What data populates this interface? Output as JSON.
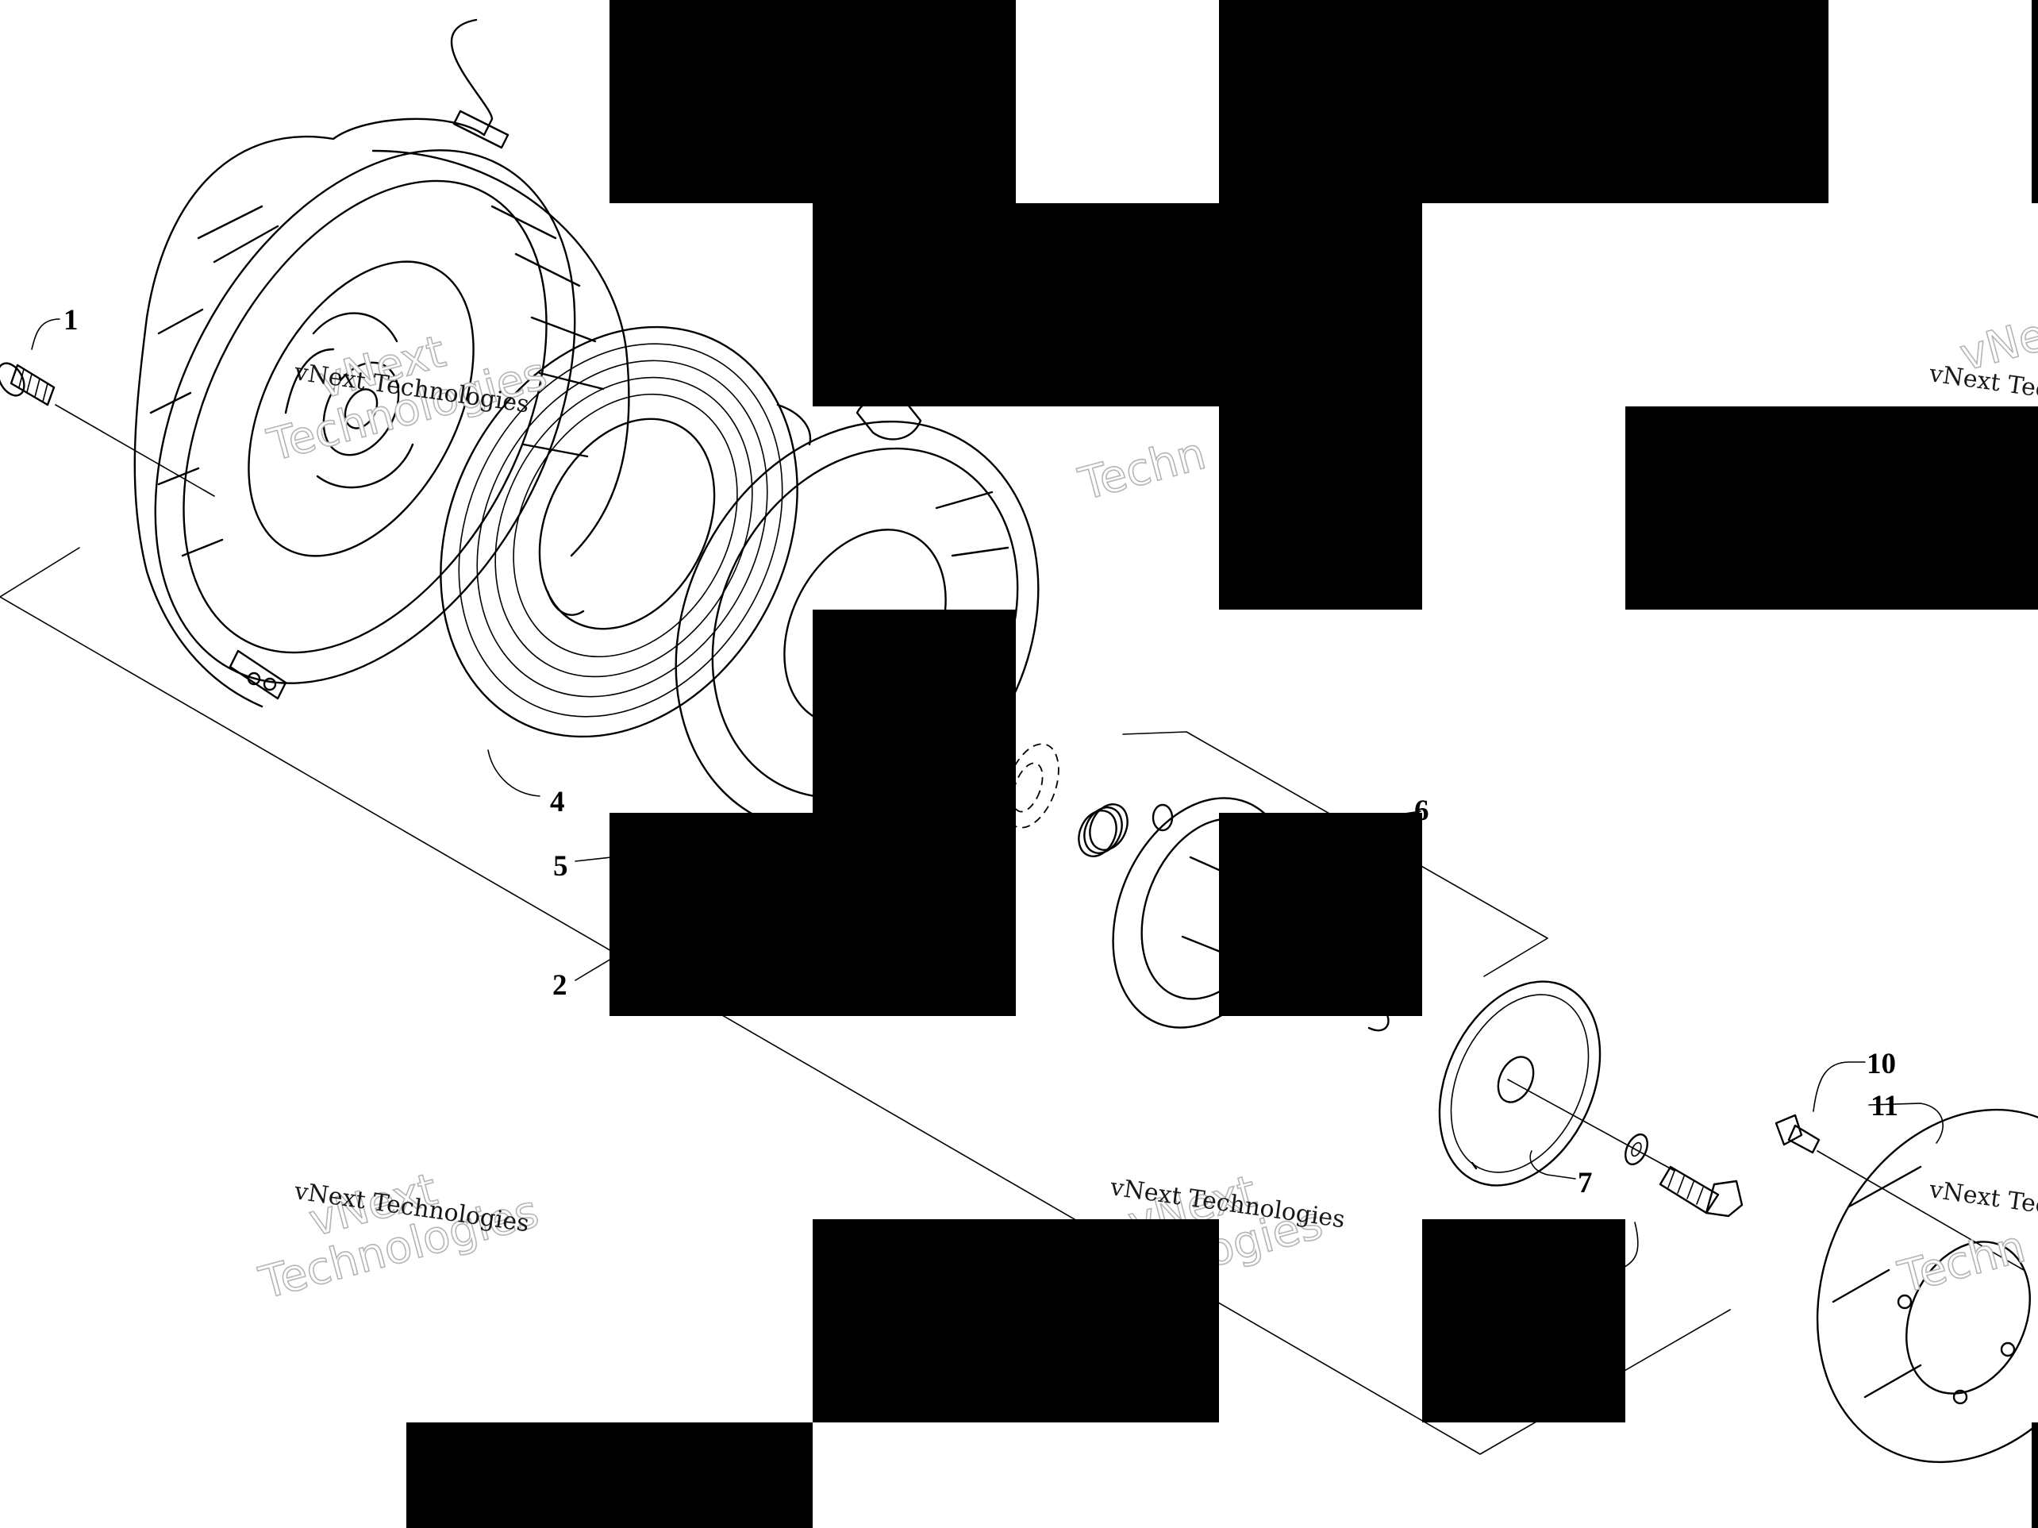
{
  "diagram": {
    "callouts": [
      {
        "id": "c1",
        "label": "1"
      },
      {
        "id": "c2",
        "label": "2"
      },
      {
        "id": "c4",
        "label": "4"
      },
      {
        "id": "c5",
        "label": "5"
      },
      {
        "id": "c6",
        "label": "6"
      },
      {
        "id": "c7",
        "label": "7"
      },
      {
        "id": "c10",
        "label": "10"
      },
      {
        "id": "c11",
        "label": "11"
      }
    ],
    "watermark": {
      "line1": "vNext Technologies",
      "line2a": "vNext",
      "line2b": "Technologies",
      "partial_tech": "Techn",
      "partial_ologies": "ologies",
      "partial_vne": "vNe",
      "partial_vnext_tec": "vNext Tec"
    },
    "colors": {
      "ink": "#000000",
      "background": "#ffffff",
      "watermark_outline": "#b5b5b5"
    }
  }
}
